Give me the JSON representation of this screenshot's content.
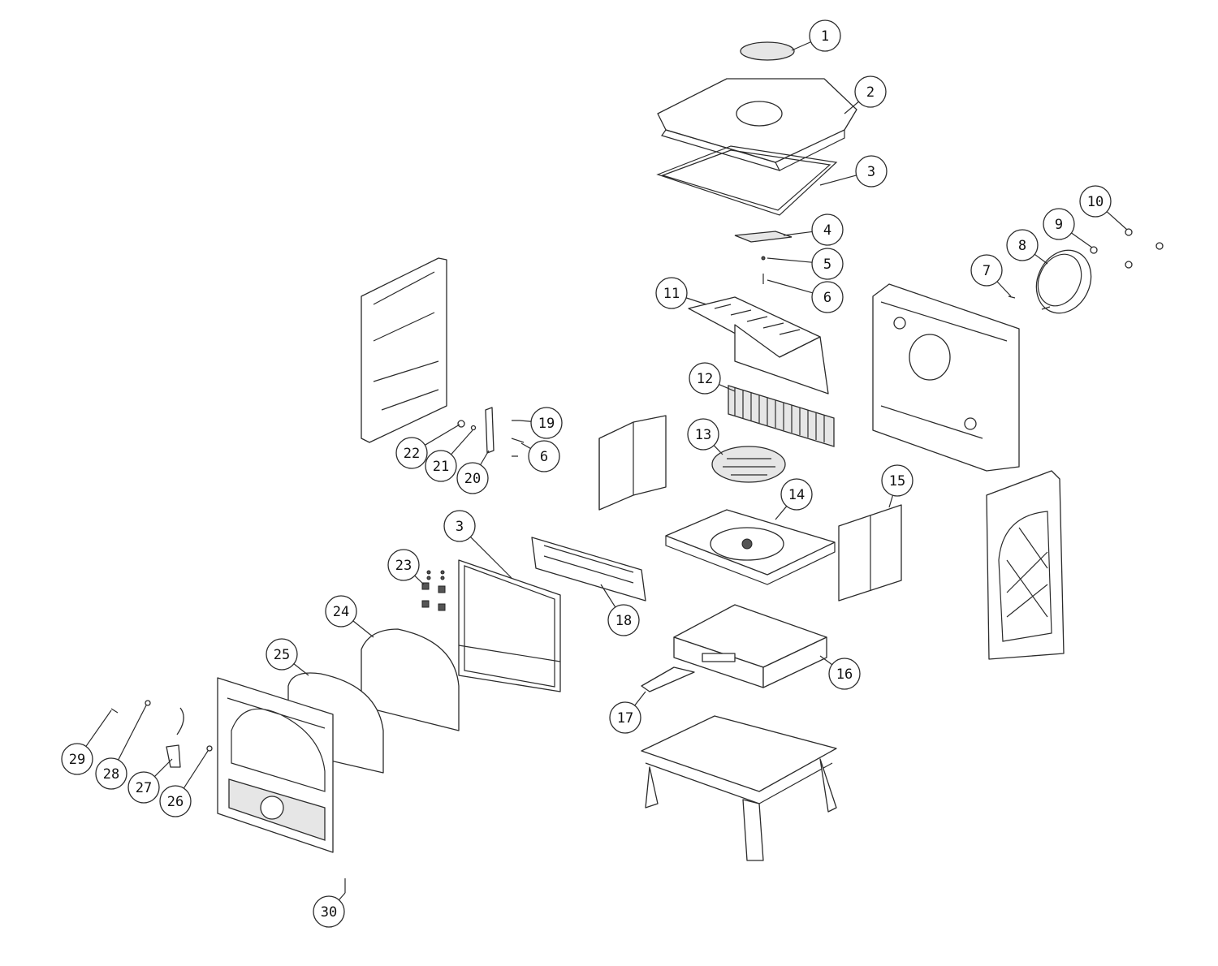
{
  "title": "Stove exploded parts diagram",
  "callouts": [
    "1",
    "2",
    "3",
    "4",
    "5",
    "6",
    "7",
    "8",
    "9",
    "10",
    "11",
    "12",
    "13",
    "14",
    "15",
    "16",
    "17",
    "18",
    "3",
    "19",
    "6",
    "20",
    "21",
    "22",
    "23",
    "24",
    "25",
    "26",
    "27",
    "28",
    "29",
    "30"
  ]
}
